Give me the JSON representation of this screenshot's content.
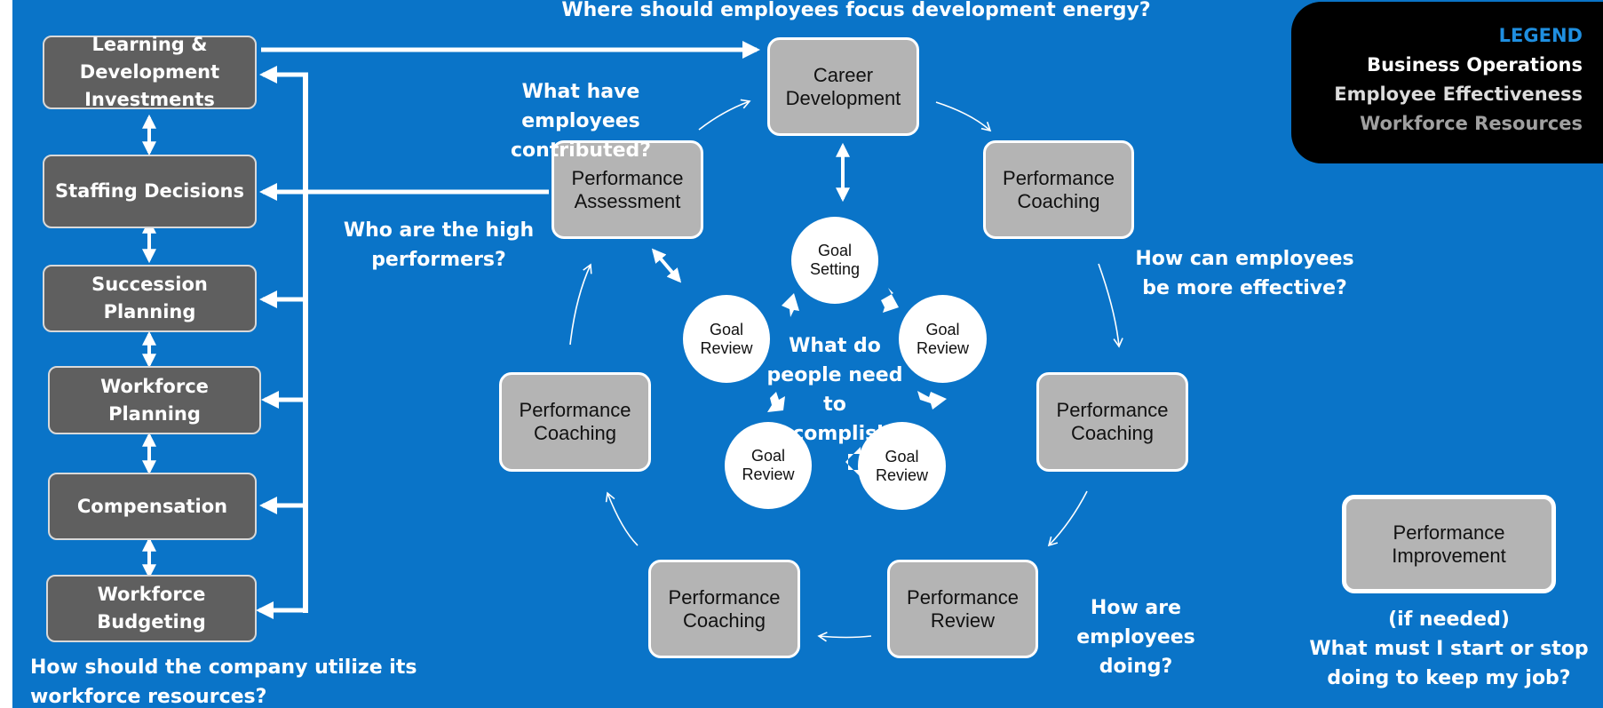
{
  "hr_functions": [
    "Learning & Development Investments",
    "Staffing Decisions",
    "Succession\nPlanning",
    "Workforce\nPlanning",
    "Compensation",
    "Workforce\nBudgeting"
  ],
  "cycle": {
    "career_development": "Career\nDevelopment",
    "coaching_upper_right": "Performance\nCoaching",
    "coaching_right": "Performance\nCoaching",
    "review": "Performance\nReview",
    "coaching_bottom": "Performance\nCoaching",
    "coaching_left": "Performance\nCoaching",
    "assessment": "Performance\nAssessment"
  },
  "goal_cycle": {
    "goal_setting": "Goal\nSetting",
    "goal_review_right": "Goal\nReview",
    "goal_review_bottom_right": "Goal\nReview",
    "goal_review_bottom_left": "Goal\nReview",
    "goal_review_left": "Goal\nReview",
    "center_question": "What do\npeople need to\naccomplish?"
  },
  "questions": {
    "top": "Where should employees focus development energy?",
    "contributed": "What have employees\ncontributed?",
    "high_performers": "Who are the high\nperformers?",
    "more_effective": "How can employees\nbe more effective?",
    "how_doing": "How are\nemployees\ndoing?",
    "company_utilize": "How should the company utilize its\nworkforce resources?"
  },
  "legend": {
    "title": "LEGEND",
    "business_operations": "Business Operations",
    "employee_effectiveness": "Employee Effectiveness",
    "workforce_resources": "Workforce Resources"
  },
  "performance_improvement": {
    "box": "Performance\nImprovement",
    "note": "(if needed)\nWhat must I start or stop\ndoing to keep my job?"
  },
  "colors": {
    "background": "#0a74c8",
    "dark_box": "#5f5f5f",
    "grey_box": "#b4b4b4",
    "legend_title": "#1f8fe0",
    "business_operations": "#ffffff",
    "employee_effectiveness": "#dcdcdc",
    "workforce_resources": "#a0a0a0"
  }
}
